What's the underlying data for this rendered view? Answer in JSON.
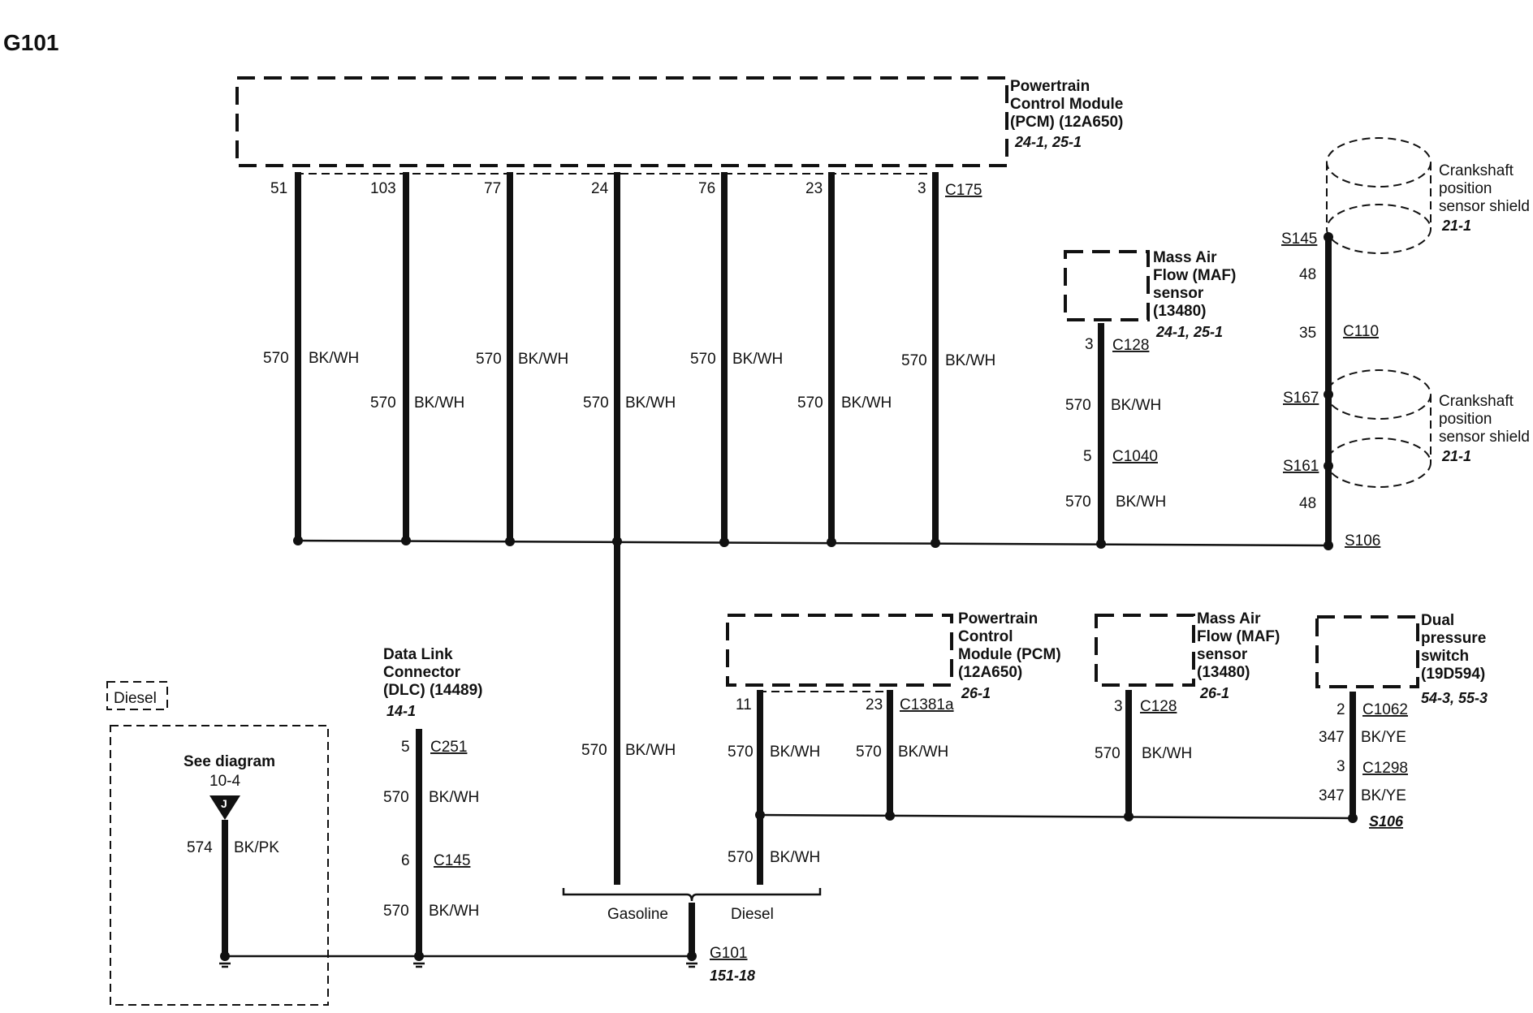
{
  "title": "G101",
  "pcm_top": {
    "name_lines": [
      "Powertrain",
      "Control Module",
      "(PCM) (12A650)"
    ],
    "ref": "24-1, 25-1",
    "connector": "C175",
    "pins": [
      "51",
      "103",
      "77",
      "24",
      "76",
      "23",
      "3"
    ]
  },
  "wire_circuit": "570",
  "wire_color": "BK/WH",
  "maf_top": {
    "name_lines": [
      "Mass Air",
      "Flow (MAF)",
      "sensor",
      "(13480)"
    ],
    "ref": "24-1, 25-1",
    "pin": "3",
    "connector": "C128",
    "pin2": "5",
    "connector2": "C1040"
  },
  "crank": {
    "shield_lines": [
      "Crankshaft",
      "position",
      "sensor shield"
    ],
    "ref": "21-1",
    "splice_top": "S145",
    "w48a": "48",
    "pin35": "35",
    "connector": "C110",
    "splice_mid": "S167",
    "splice_low": "S161",
    "w48b": "48",
    "splice_bottom": "S106"
  },
  "pcm_diesel": {
    "name_lines": [
      "Powertrain",
      "Control",
      "Module (PCM)",
      "(12A650)"
    ],
    "ref": "26-1",
    "pin_a": "11",
    "pin_b": "23",
    "connector": "C1381a"
  },
  "maf_diesel": {
    "name_lines": [
      "Mass Air",
      "Flow (MAF)",
      "sensor",
      "(13480)"
    ],
    "ref": "26-1",
    "pin": "3",
    "connector": "C128"
  },
  "dual_switch": {
    "name_lines": [
      "Dual",
      "pressure",
      "switch",
      "(19D594)"
    ],
    "ref": "54-3, 55-3",
    "pin1": "2",
    "connector1": "C1062",
    "wire": "347",
    "wire_color": "BK/YE",
    "pin2": "3",
    "connector2": "C1298",
    "splice": "S106"
  },
  "dlc": {
    "name_lines": [
      "Data Link",
      "Connector",
      "(DLC) (14489)"
    ],
    "ref": "14-1",
    "pin1": "5",
    "connector1": "C251",
    "pin2": "6",
    "connector2": "C145"
  },
  "diesel_box": {
    "label": "Diesel",
    "see": "See diagram",
    "see_ref": "10-4",
    "jumper": "J",
    "wire": "574",
    "wire_color": "BK/PK"
  },
  "branch": {
    "left": "Gasoline",
    "right": "Diesel"
  },
  "ground": {
    "name": "G101",
    "ref": "151-18"
  }
}
